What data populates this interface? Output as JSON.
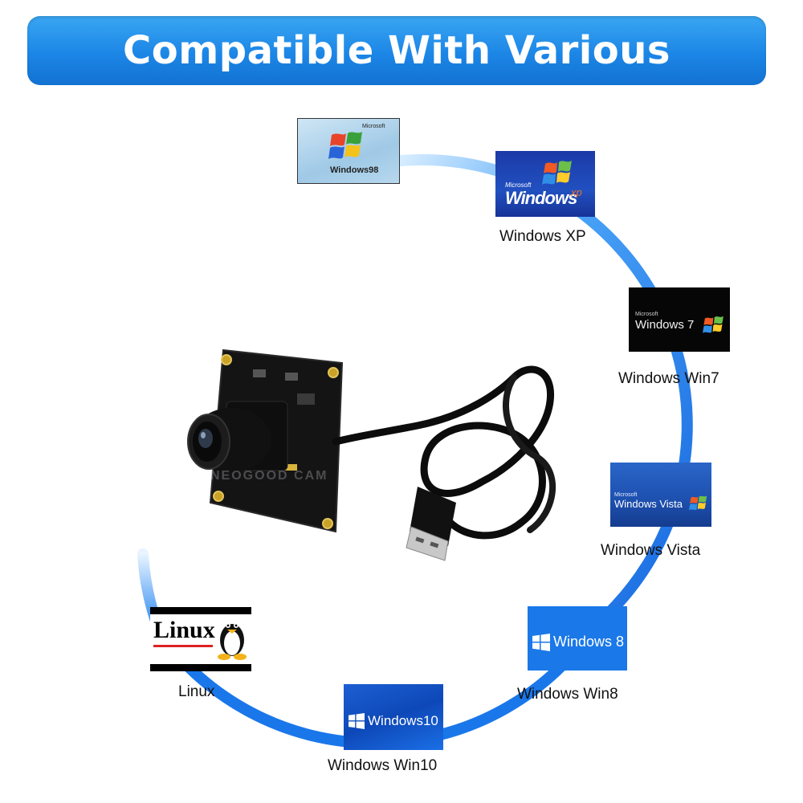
{
  "header": {
    "title": "Compatible With Various Systems"
  },
  "watermark": "NEOGOOD CAM",
  "systems": [
    {
      "label": "",
      "logo_text": "Windows98",
      "logo_small": "Microsoft",
      "icon": "windows98-logo-icon"
    },
    {
      "label": "Windows XP",
      "logo_text": "Windows",
      "logo_suffix": "xp",
      "logo_small": "Microsoft",
      "icon": "windows-xp-logo-icon"
    },
    {
      "label": "Windows Win7",
      "logo_text": "Windows 7",
      "logo_small": "Microsoft",
      "icon": "windows-7-logo-icon"
    },
    {
      "label": "Windows Vista",
      "logo_text": "Windows Vista",
      "logo_small": "Microsoft",
      "icon": "windows-vista-logo-icon"
    },
    {
      "label": "Windows Win8",
      "logo_text": "Windows 8",
      "icon": "windows-8-logo-icon"
    },
    {
      "label": "Windows Win10",
      "logo_text": "Windows10",
      "icon": "windows-10-logo-icon"
    },
    {
      "label": "Linux",
      "logo_text": "Linux",
      "icon": "linux-tux-logo-icon"
    }
  ],
  "product": {
    "icon": "usb-camera-module-icon",
    "cable_icon": "usb-cable-icon"
  },
  "colors": {
    "banner": "#1c86e6",
    "ring": "#1a7ff0"
  }
}
